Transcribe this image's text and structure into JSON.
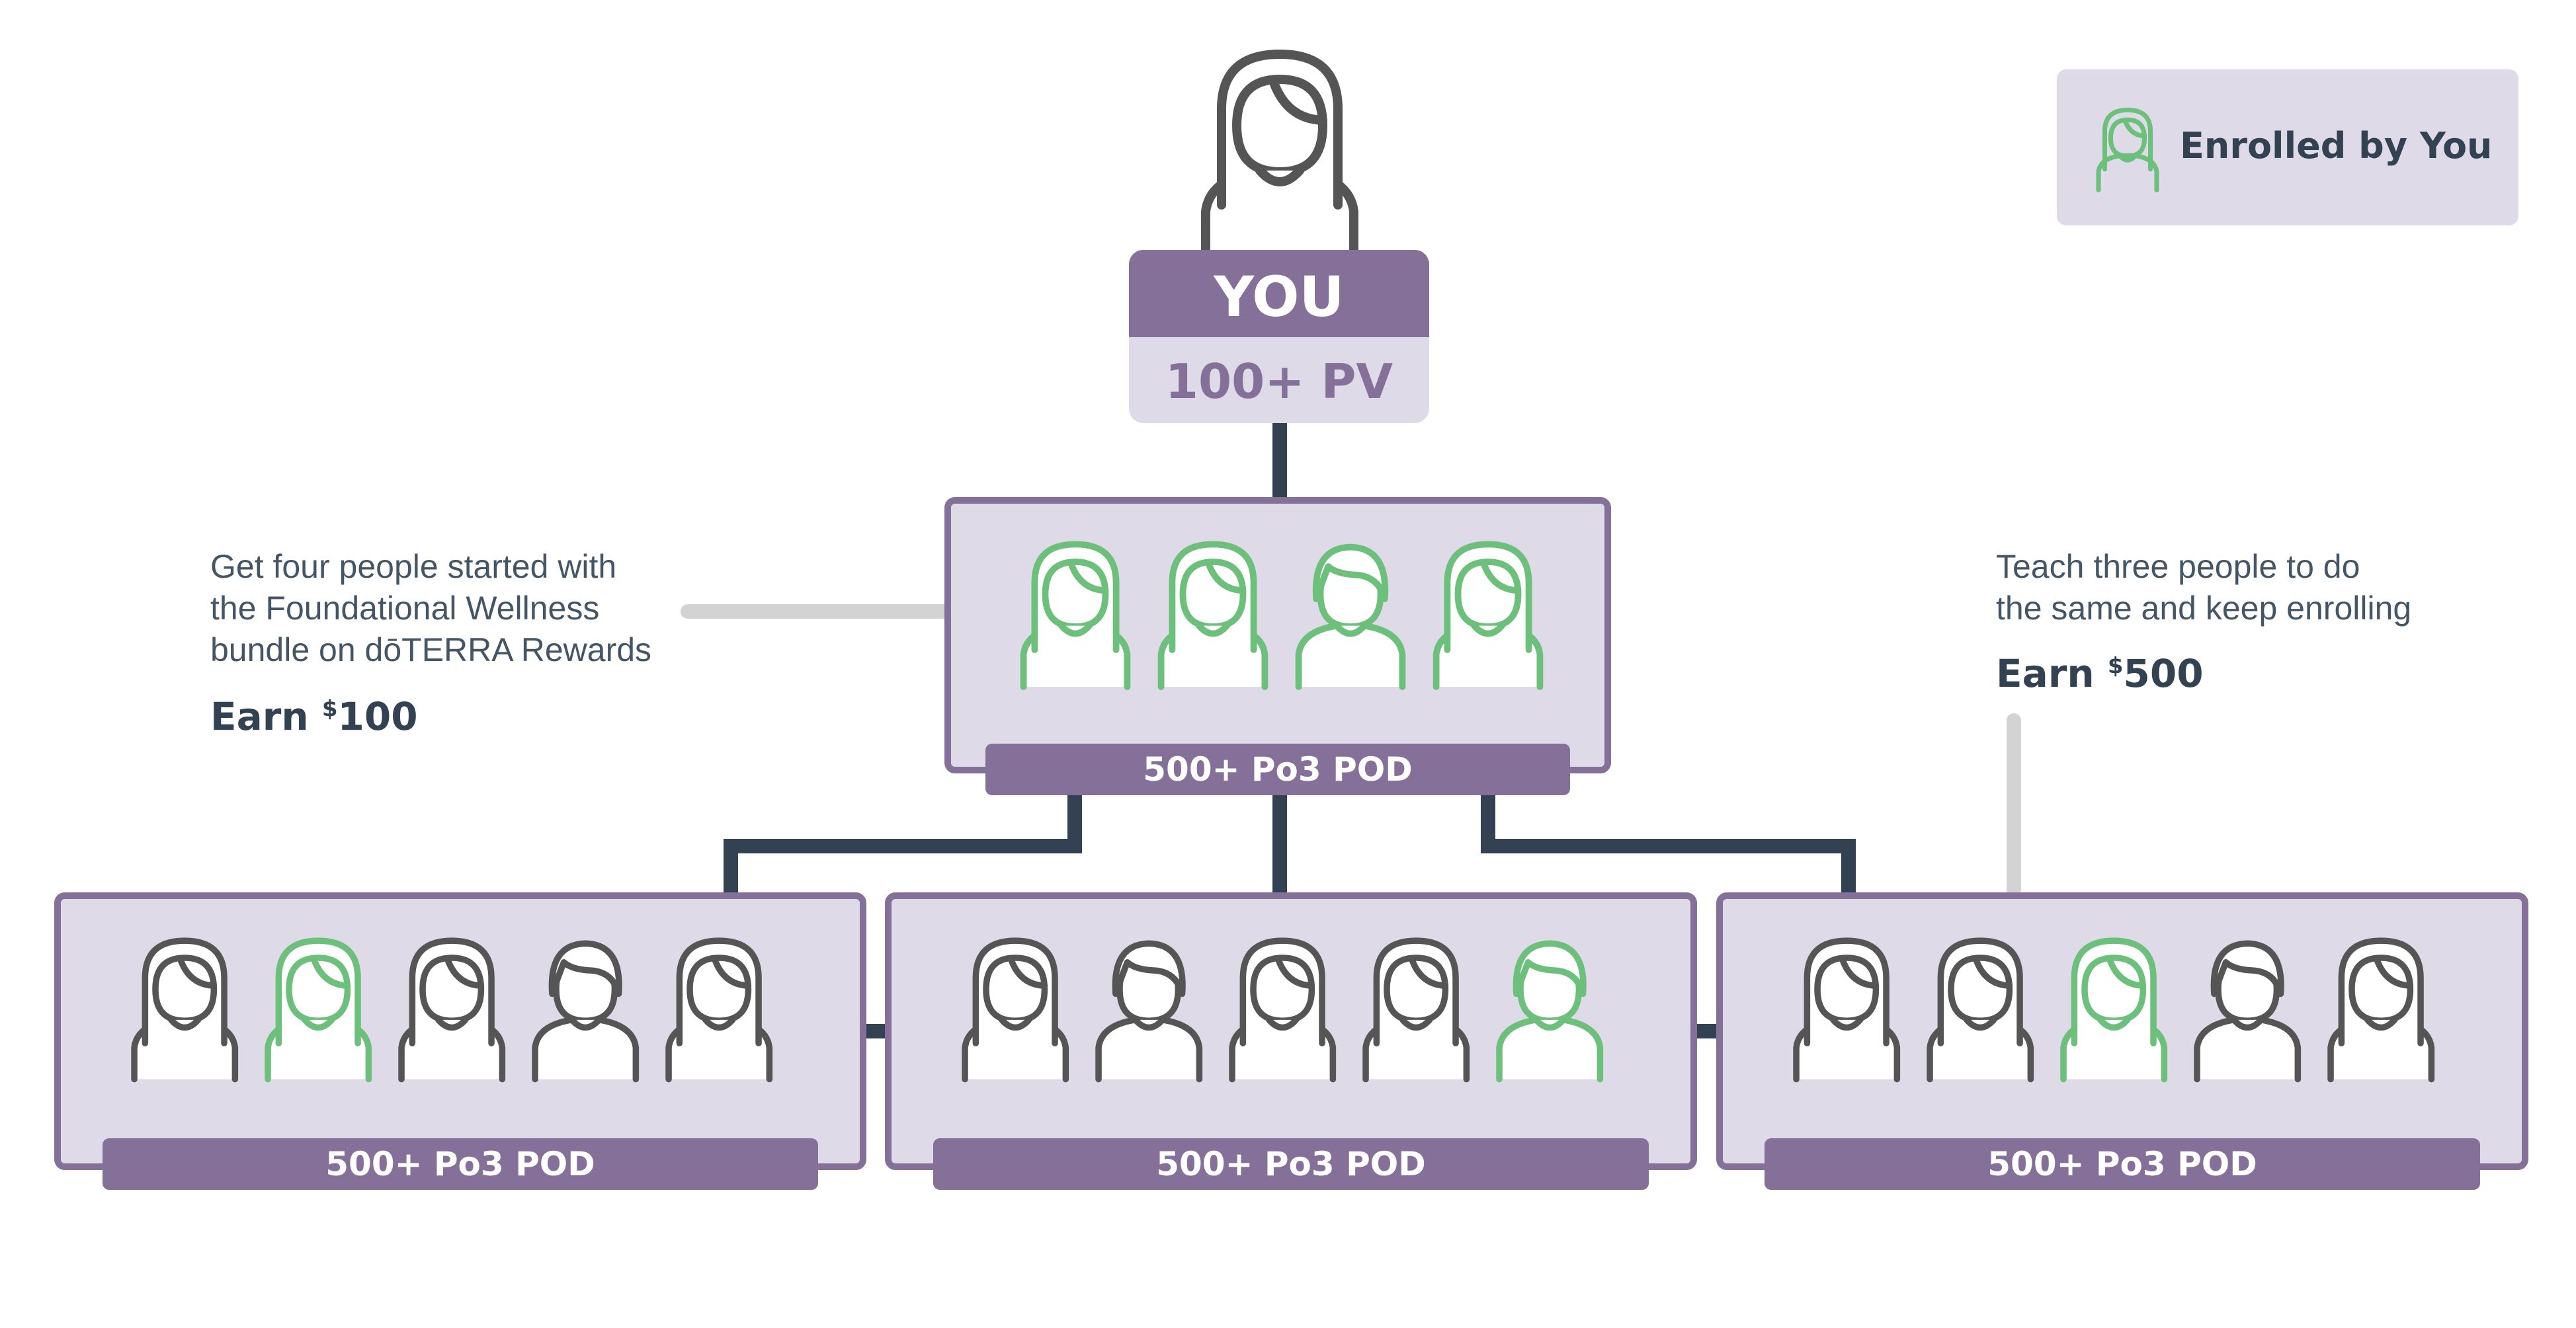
{
  "colors": {
    "purple": "#85709a",
    "lavender": "#dfdae7",
    "connector": "#324252",
    "grey_figure": "#555555",
    "green_figure": "#6cc07b",
    "leader_line": "#d3d3d3"
  },
  "you_card": {
    "title": "YOU",
    "pv": "100+ PV"
  },
  "legend": {
    "icon": "green-person-icon",
    "label": "Enrolled by You"
  },
  "left_note": {
    "lines": [
      "Get four people started with",
      "the Foundational Wellness",
      "bundle on dōTERRA Rewards"
    ],
    "earn_prefix": "Earn ",
    "earn_currency": "$",
    "earn_amount": "100"
  },
  "right_note": {
    "lines": [
      "Teach three people to do",
      "the same and keep enrolling"
    ],
    "earn_prefix": "Earn ",
    "earn_currency": "$",
    "earn_amount": "500"
  },
  "top_pod": {
    "label": "500+ Po3 POD",
    "members": [
      {
        "figure": "female",
        "enrolled_by_you": true
      },
      {
        "figure": "female",
        "enrolled_by_you": true
      },
      {
        "figure": "male",
        "enrolled_by_you": true
      },
      {
        "figure": "female",
        "enrolled_by_you": true
      }
    ]
  },
  "bottom_pods": [
    {
      "label": "500+ Po3 POD",
      "members": [
        {
          "figure": "female",
          "enrolled_by_you": false
        },
        {
          "figure": "female",
          "enrolled_by_you": true
        },
        {
          "figure": "female",
          "enrolled_by_you": false
        },
        {
          "figure": "male",
          "enrolled_by_you": false
        },
        {
          "figure": "female",
          "enrolled_by_you": false
        }
      ]
    },
    {
      "label": "500+ Po3 POD",
      "members": [
        {
          "figure": "female",
          "enrolled_by_you": false
        },
        {
          "figure": "male",
          "enrolled_by_you": false
        },
        {
          "figure": "female",
          "enrolled_by_you": false
        },
        {
          "figure": "female",
          "enrolled_by_you": false
        },
        {
          "figure": "male",
          "enrolled_by_you": true
        }
      ]
    },
    {
      "label": "500+ Po3 POD",
      "members": [
        {
          "figure": "female",
          "enrolled_by_you": false
        },
        {
          "figure": "female",
          "enrolled_by_you": false
        },
        {
          "figure": "female",
          "enrolled_by_you": true
        },
        {
          "figure": "male",
          "enrolled_by_you": false
        },
        {
          "figure": "female",
          "enrolled_by_you": false
        }
      ]
    }
  ]
}
